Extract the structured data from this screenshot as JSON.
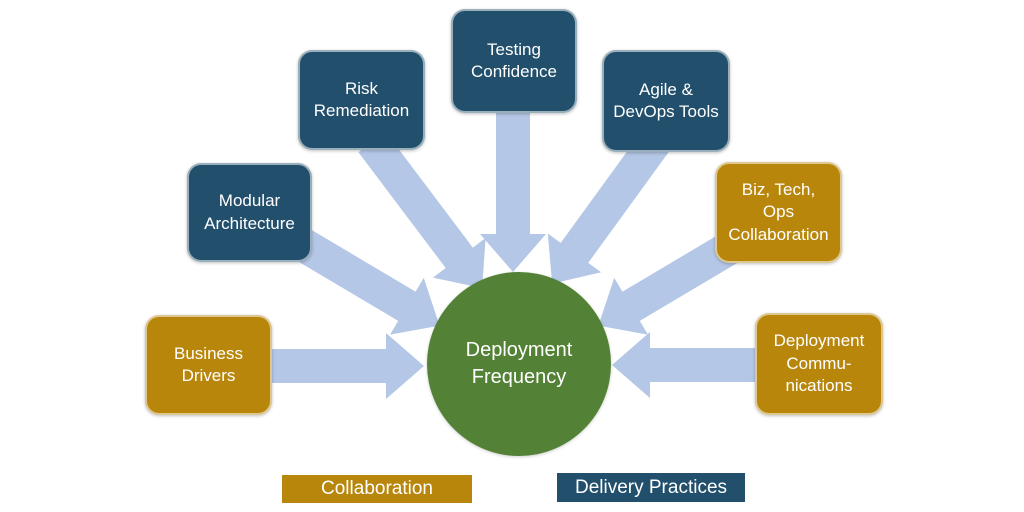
{
  "diagram": {
    "center": {
      "label": "Deployment\nFrequency"
    },
    "nodes": [
      {
        "id": "business-drivers",
        "label": "Business\nDrivers",
        "category": "collaboration"
      },
      {
        "id": "modular-architecture",
        "label": "Modular\nArchitecture",
        "category": "delivery-practices"
      },
      {
        "id": "risk-remediation",
        "label": "Risk\nRemediation",
        "category": "delivery-practices"
      },
      {
        "id": "testing-confidence",
        "label": "Testing\nConfidence",
        "category": "delivery-practices"
      },
      {
        "id": "agile-devops-tools",
        "label": "Agile &\nDevOps Tools",
        "category": "delivery-practices"
      },
      {
        "id": "biz-tech-ops-collaboration",
        "label": "Biz, Tech,\nOps\nCollaboration",
        "category": "collaboration"
      },
      {
        "id": "deployment-communications",
        "label": "Deployment\nCommu-\nnications",
        "category": "collaboration"
      }
    ],
    "connections": [
      {
        "from": "business-drivers",
        "to": "deployment-frequency"
      },
      {
        "from": "modular-architecture",
        "to": "deployment-frequency"
      },
      {
        "from": "risk-remediation",
        "to": "deployment-frequency"
      },
      {
        "from": "testing-confidence",
        "to": "deployment-frequency"
      },
      {
        "from": "agile-devops-tools",
        "to": "deployment-frequency"
      },
      {
        "from": "biz-tech-ops-collaboration",
        "to": "deployment-frequency"
      },
      {
        "from": "deployment-communications",
        "to": "deployment-frequency"
      }
    ],
    "legend": [
      {
        "label": "Collaboration"
      },
      {
        "label": "Delivery Practices"
      }
    ],
    "colors": {
      "delivery_practices_blue": "#214F6C",
      "collaboration_gold": "#B8860B",
      "center_green": "#538135",
      "arrow_light_blue": "#B4C7E7",
      "text_white": "#FFFFFF",
      "background": "#FFFFFF"
    }
  }
}
